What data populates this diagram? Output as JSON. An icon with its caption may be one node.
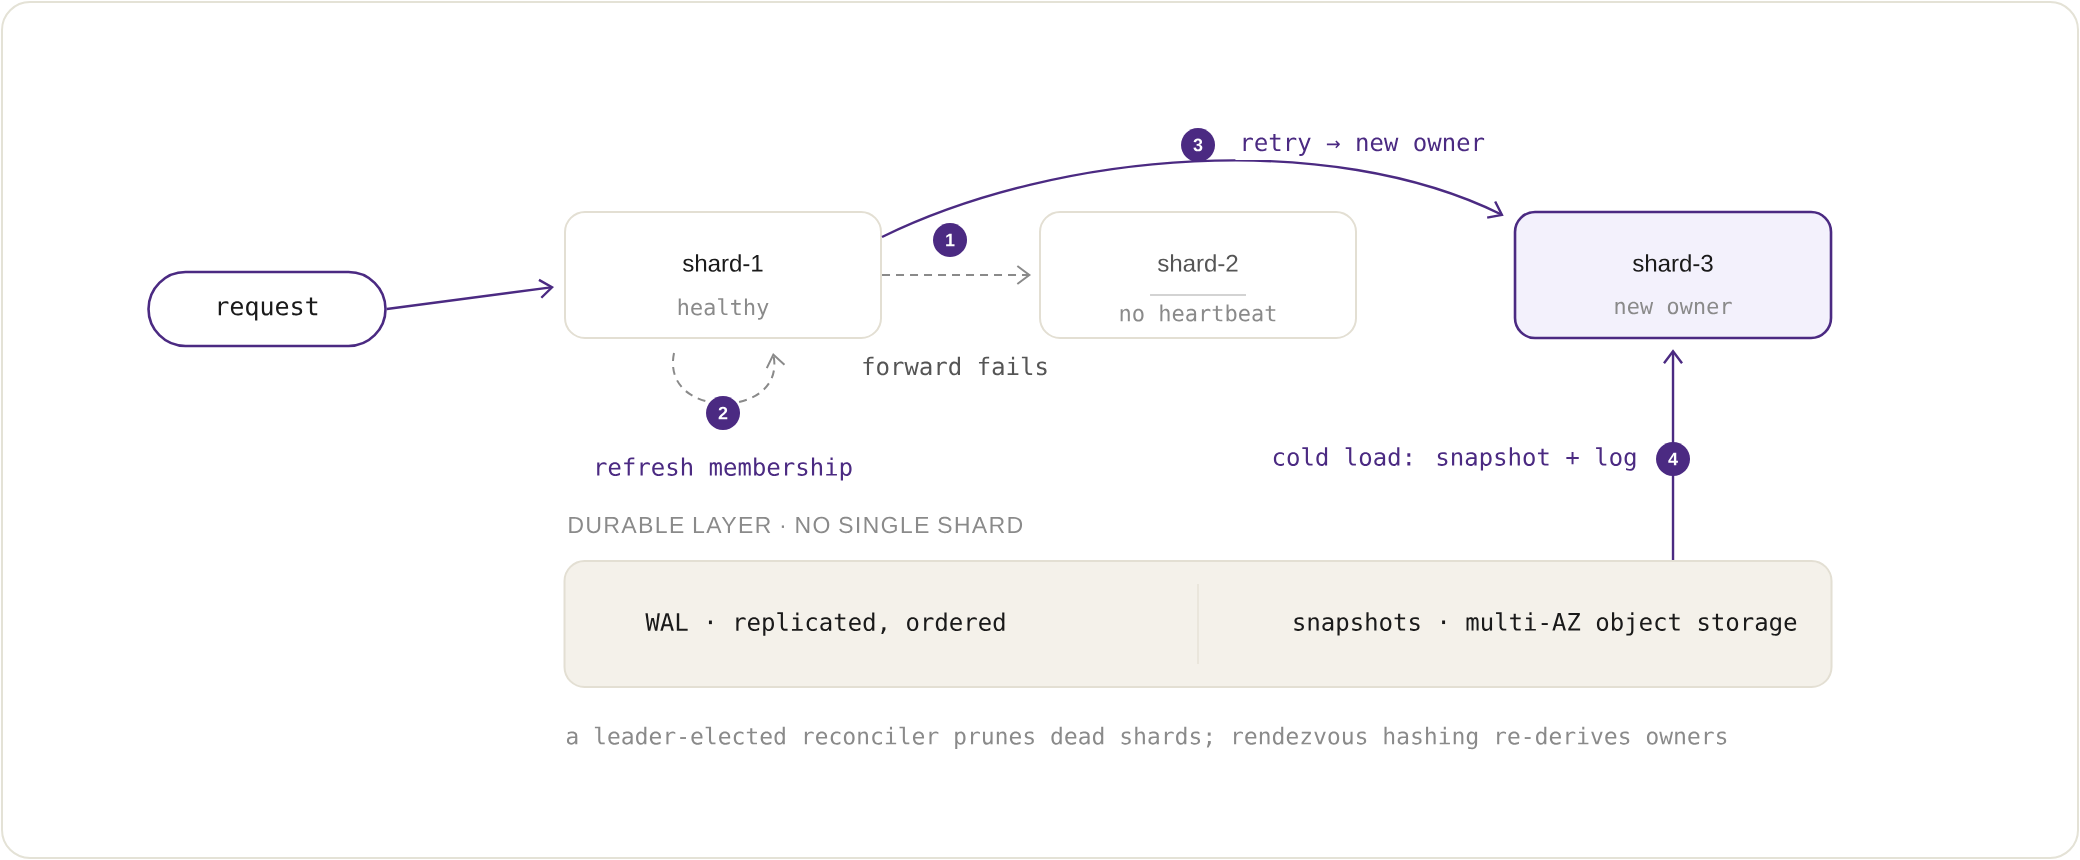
{
  "diagram": {
    "caption": "a leader-elected reconciler prunes dead shards; rendezvous hashing re-derives owners",
    "nodes": [
      {
        "text": [
          "request"
        ]
      },
      {
        "text": [
          "shard-1",
          "healthy"
        ]
      },
      {
        "text": [
          "shard-2",
          "no heartbeat"
        ]
      },
      {
        "text": [
          "shard-3",
          "new owner"
        ]
      },
      {
        "text": [
          "DURABLE LAYER · NO SINGLE SHARD",
          "WAL · replicated, ordered",
          "snapshots · multi-AZ object storage"
        ]
      }
    ],
    "edges": [
      {
        "from": 0,
        "to": 1,
        "arrow": "to"
      },
      {
        "from": 1,
        "to": 2,
        "arrow": "to",
        "label": "forward fails",
        "style": "dashed",
        "color": "#8a8a8a"
      },
      {
        "from": 1,
        "to": 1,
        "arrow": "to",
        "label": "refresh membership",
        "style": "dashed",
        "color": "#8a8a8a"
      },
      {
        "from": 1,
        "to": 3,
        "arrow": "to",
        "label": "retry → new owner"
      },
      {
        "from": 4,
        "to": 3,
        "arrow": "to",
        "label": "cold load: snapshot + log"
      }
    ],
    "labels": [
      "3",
      "1",
      "2",
      "4"
    ]
  }
}
